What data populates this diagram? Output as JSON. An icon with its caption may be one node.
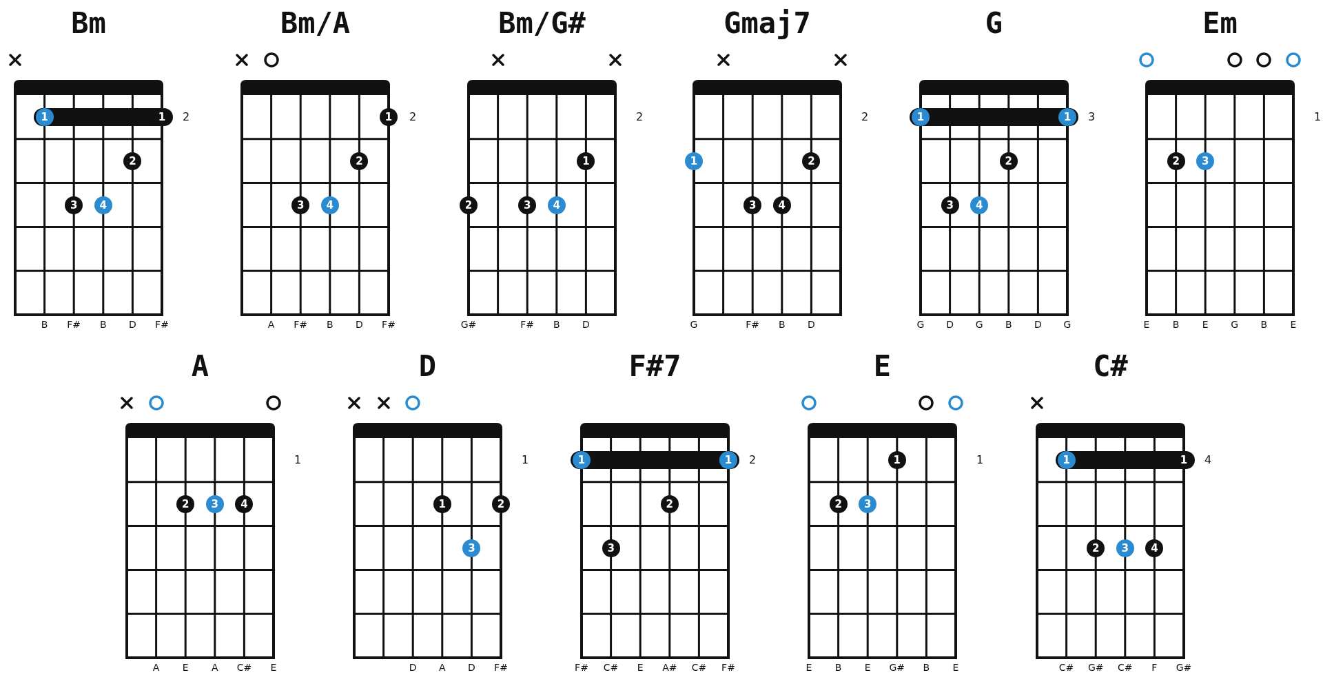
{
  "diagram": {
    "nodes": [
      {
        "text": [
          "Bm"
        ],
        "beside": [
          "2",
          "B",
          "F#",
          "B",
          "D",
          "F#"
        ]
      },
      {
        "text": [
          "1"
        ],
        "in": 0
      },
      {
        "text": [
          "1"
        ],
        "in": 0
      },
      {
        "text": [
          "2"
        ],
        "in": 0
      },
      {
        "text": [
          "3"
        ],
        "in": 0
      },
      {
        "text": [
          "4"
        ],
        "in": 0
      },
      {
        "text": [
          "Bm/A"
        ],
        "beside": [
          "2",
          "A",
          "F#",
          "B",
          "D",
          "F#"
        ]
      },
      {
        "text": [
          "1"
        ],
        "in": 6
      },
      {
        "text": [
          "2"
        ],
        "in": 6
      },
      {
        "text": [
          "3"
        ],
        "in": 6
      },
      {
        "text": [
          "4"
        ],
        "in": 6
      },
      {
        "text": [
          "Bm/G#"
        ],
        "beside": [
          "2",
          "G#",
          "F#",
          "B",
          "D"
        ]
      },
      {
        "text": [
          "1"
        ],
        "in": 11
      },
      {
        "text": [
          "2"
        ],
        "in": 11
      },
      {
        "text": [
          "3"
        ],
        "in": 11
      },
      {
        "text": [
          "4"
        ],
        "in": 11
      },
      {
        "text": [
          "Gmaj7"
        ],
        "beside": [
          "2",
          "G",
          "F#",
          "B",
          "D"
        ]
      },
      {
        "text": [
          "1"
        ],
        "in": 16
      },
      {
        "text": [
          "2"
        ],
        "in": 16
      },
      {
        "text": [
          "3"
        ],
        "in": 16
      },
      {
        "text": [
          "4"
        ],
        "in": 16
      },
      {
        "text": [
          "G"
        ],
        "beside": [
          "3",
          "G",
          "D",
          "G",
          "B",
          "D",
          "G"
        ]
      },
      {
        "text": [
          "1"
        ],
        "in": 21
      },
      {
        "text": [
          "1"
        ],
        "in": 21
      },
      {
        "text": [
          "2"
        ],
        "in": 21
      },
      {
        "text": [
          "3"
        ],
        "in": 21
      },
      {
        "text": [
          "4"
        ],
        "in": 21
      },
      {
        "text": [
          "Em"
        ],
        "beside": [
          "1",
          "E",
          "B",
          "E",
          "G",
          "B",
          "E"
        ]
      },
      {
        "text": [
          "2"
        ],
        "in": 27
      },
      {
        "text": [
          "3"
        ],
        "in": 27
      },
      {
        "text": [
          "A"
        ],
        "beside": [
          "1",
          "A",
          "E",
          "A",
          "C#",
          "E"
        ]
      },
      {
        "text": [
          "2"
        ],
        "in": 30
      },
      {
        "text": [
          "3"
        ],
        "in": 30
      },
      {
        "text": [
          "4"
        ],
        "in": 30
      },
      {
        "text": [
          "D"
        ],
        "beside": [
          "1",
          "D",
          "A",
          "D",
          "F#"
        ]
      },
      {
        "text": [
          "1"
        ],
        "in": 34
      },
      {
        "text": [
          "2"
        ],
        "in": 34
      },
      {
        "text": [
          "3"
        ],
        "in": 34
      },
      {
        "text": [
          "F#7"
        ],
        "beside": [
          "2",
          "F#",
          "C#",
          "E",
          "A#",
          "C#",
          "F#"
        ]
      },
      {
        "text": [
          "1"
        ],
        "in": 38
      },
      {
        "text": [
          "1"
        ],
        "in": 38
      },
      {
        "text": [
          "2"
        ],
        "in": 38
      },
      {
        "text": [
          "3"
        ],
        "in": 38
      },
      {
        "text": [
          "E"
        ],
        "beside": [
          "1",
          "E",
          "B",
          "E",
          "G#",
          "B",
          "E"
        ]
      },
      {
        "text": [
          "1"
        ],
        "in": 43
      },
      {
        "text": [
          "2"
        ],
        "in": 43
      },
      {
        "text": [
          "3"
        ],
        "in": 43
      },
      {
        "text": [
          "C#"
        ],
        "beside": [
          "4",
          "C#",
          "G#",
          "C#",
          "F",
          "G#"
        ]
      },
      {
        "text": [
          "1"
        ],
        "in": 47
      },
      {
        "text": [
          "1"
        ],
        "in": 47
      },
      {
        "text": [
          "2"
        ],
        "in": 47
      },
      {
        "text": [
          "3"
        ],
        "in": 47
      },
      {
        "text": [
          "4"
        ],
        "in": 47
      }
    ]
  }
}
